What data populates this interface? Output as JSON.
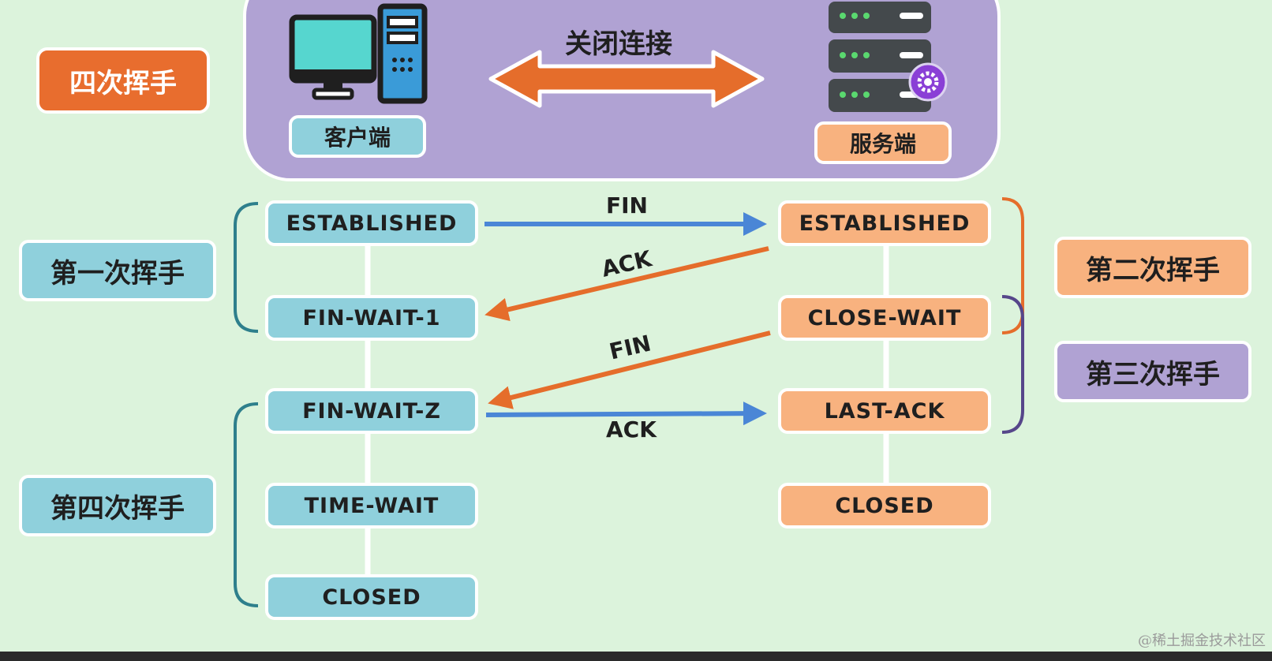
{
  "title": "四次挥手",
  "top": {
    "client_label": "客户端",
    "server_label": "服务端",
    "connection_label": "关闭连接"
  },
  "client_states": [
    "ESTABLISHED",
    "FIN-WAIT-1",
    "FIN-WAIT-Z",
    "TIME-WAIT",
    "CLOSED"
  ],
  "server_states": [
    "ESTABLISHED",
    "CLOSE-WAIT",
    "LAST-ACK",
    "CLOSED"
  ],
  "stages": {
    "first": "第一次挥手",
    "second": "第二次挥手",
    "third": "第三次挥手",
    "fourth": "第四次挥手"
  },
  "messages": [
    {
      "label": "FIN",
      "direction": "client-to-server"
    },
    {
      "label": "ACK",
      "direction": "server-to-client"
    },
    {
      "label": "FIN",
      "direction": "server-to-client"
    },
    {
      "label": "ACK",
      "direction": "client-to-server"
    }
  ],
  "watermark": "@稀土掘金技术社区",
  "colors": {
    "background": "#dcf3dc",
    "client": "#8fd0dc",
    "server": "#f8b27f",
    "panel": "#b0a2d3",
    "title": "#e86d2e",
    "arrow_blue": "#4a86d6",
    "arrow_orange": "#e56d2b",
    "bracket_teal": "#2e7f8c",
    "bracket_orange": "#e56d2b",
    "bracket_purple": "#56468a"
  }
}
